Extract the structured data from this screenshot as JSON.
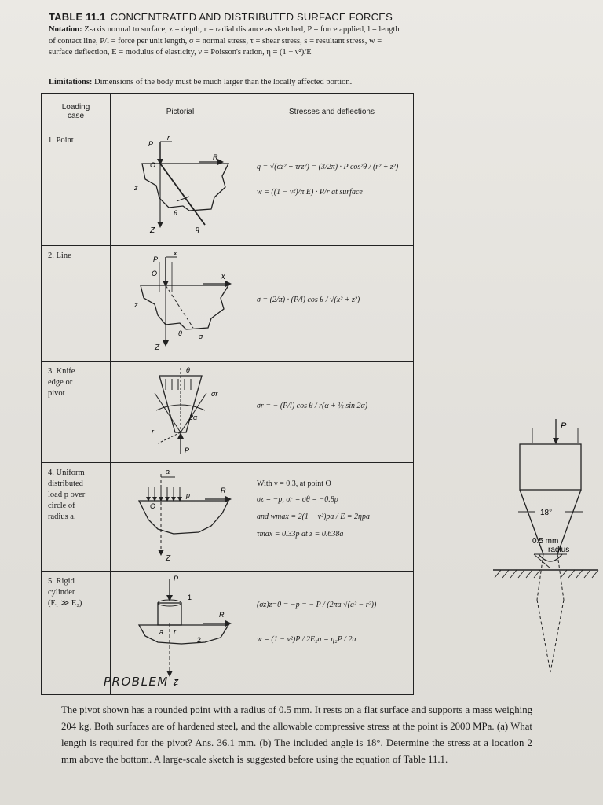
{
  "table": {
    "title_num": "TABLE 11.1",
    "title_text": "CONCENTRATED AND DISTRIBUTED SURFACE FORCES",
    "notation_label": "Notation:",
    "notation_text": "Z-axis normal to surface, z = depth, r = radial distance as sketched, P = force applied, l = length of contact line, P/l = force per unit length, σ = normal stress, τ = shear stress, s = resultant stress, w = surface deflection, E = modulus of elasticity, ν = Poisson's ration, η = (1 − ν²)/E",
    "limitations_label": "Limitations:",
    "limitations_text": "Dimensions of the body must be much larger than the locally affected portion.",
    "headers": {
      "loading_1": "Loading",
      "loading_2": "case",
      "pictorial": "Pictorial",
      "stresses": "Stresses and deflections"
    },
    "rows": [
      {
        "case_lines": [
          "1. Point"
        ],
        "labels": {
          "P": "P",
          "r": "r",
          "O": "O",
          "R": "R",
          "z": "z",
          "Z": "Z",
          "theta": "θ",
          "q": "q"
        },
        "formulas": [
          "q = √(σz² + τrz²) = (3/2π) · P cos²θ / (r² + z²)",
          "w = ((1 − ν²)/π E) · P/r   at surface"
        ]
      },
      {
        "case_lines": [
          "2. Line"
        ],
        "labels": {
          "P": "P",
          "x": "x",
          "O": "O",
          "X": "X",
          "z": "z",
          "Z": "Z",
          "theta": "θ",
          "sigma": "σ"
        },
        "formulas": [
          "σ = (2/π) · (P/l) cos θ / √(x² + z²)"
        ]
      },
      {
        "case_lines": [
          "3. Knife",
          "edge or",
          "pivot"
        ],
        "labels": {
          "theta": "θ",
          "sigma_r": "σr",
          "two_alpha": "2α",
          "r": "r",
          "P": "P"
        },
        "formulas": [
          "σr = − (P/l) cos θ / r(α + ½ sin 2α)"
        ]
      },
      {
        "case_lines": [
          "4. Uniform",
          "distributed",
          "load p over",
          "circle of",
          "radius a."
        ],
        "labels": {
          "a": "a",
          "p": "p",
          "R": "R",
          "O": "O",
          "Z": "Z"
        },
        "formulas": [
          "With ν = 0.3, at point O",
          "σz = −p,  σr = σθ = −0.8p",
          "and wmax = 2(1 − ν²)pa / E = 2ηpa",
          "τmax = 0.33p at z = 0.638a"
        ]
      },
      {
        "case_lines": [
          "5. Rigid",
          "cylinder",
          "(E₁ ≫ E₂)"
        ],
        "labels": {
          "P": "P",
          "one": "1",
          "two": "2",
          "a": "a",
          "r": "r",
          "R": "R",
          "Z": "Z"
        },
        "formulas": [
          "(σz)z=0 = −p = − P / (2πa √(a² − r²))",
          "w = (1 − ν²)P / 2E₂a = η₂P / 2a"
        ]
      }
    ]
  },
  "figure": {
    "force_label": "P",
    "angle_label": "18°",
    "radius_label_1": "0.5 mm",
    "radius_label_2": "radius"
  },
  "problem": {
    "heading": "PROBLEM :",
    "statement": "The pivot shown has a rounded point with a radius of 0.5 mm. It rests on a flat surface and supports a mass weighing 204 kg. Both surfaces are of hardened steel, and the allowable compressive stress at the point is 2000 MPa. (a) What length is required for the pivot? Ans. 36.1 mm. (b) The included angle is 18°. Determine the stress at a location 2 mm above the bottom. A large-scale sketch is suggested before using the equation of Table 11.1."
  }
}
